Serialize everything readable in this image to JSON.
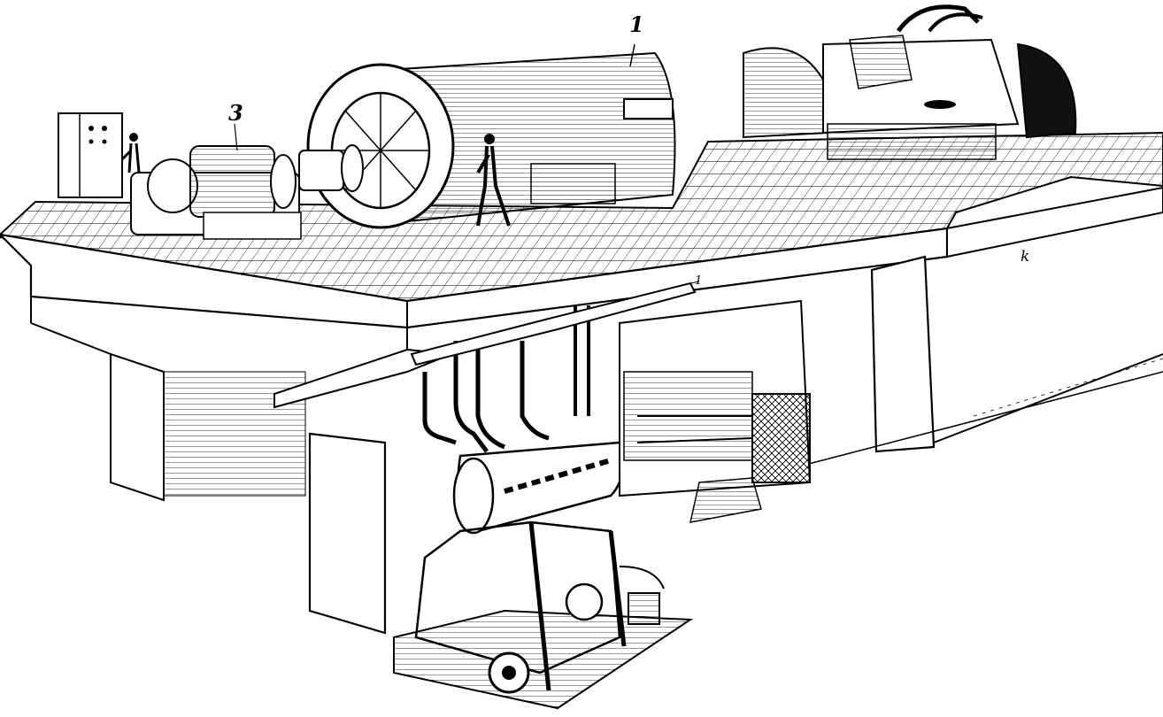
{
  "labels": {
    "turbine_marker": "1",
    "generator_marker": "3",
    "pipe_marker": "1",
    "hall_marker": "k"
  },
  "colors": {
    "ink": "#000000",
    "paper": "#ffffff",
    "shade": "#111111"
  }
}
